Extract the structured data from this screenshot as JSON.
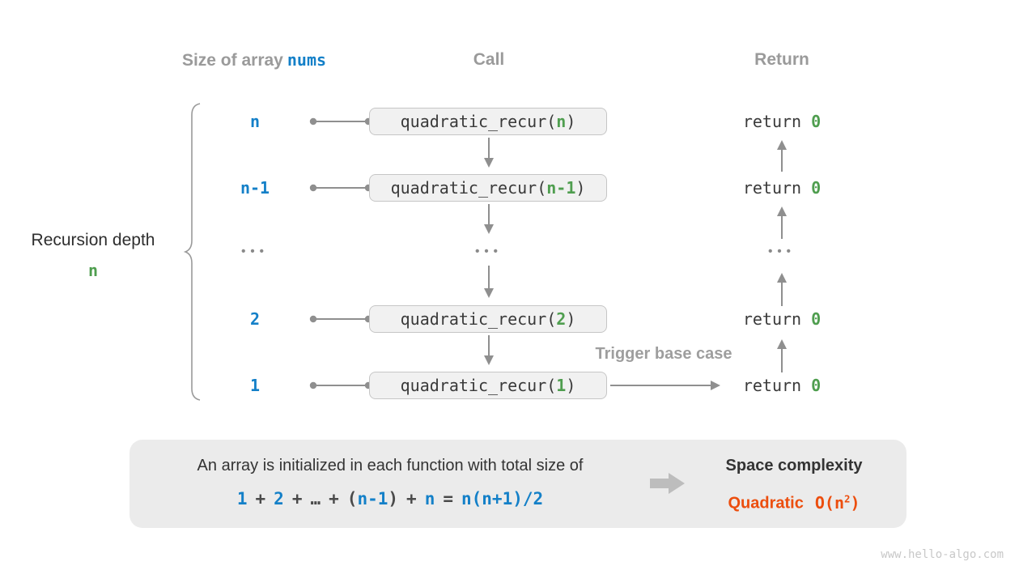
{
  "colors": {
    "blue": "#1480c8",
    "green": "#4f9e4f",
    "orange": "#ec4e0e",
    "heading_gray": "#9a9a9a",
    "arrow_gray": "#8f8f8f",
    "code_text": "#3a3a3a",
    "box_bg": "#f1f1f1",
    "box_border": "#c6c6c6",
    "panel_bg": "#ebebeb",
    "watermark_gray": "#c8c8c8"
  },
  "headers": {
    "size_prefix": "Size of array",
    "size_code": "nums",
    "call": "Call",
    "ret": "Return"
  },
  "recursion_label": {
    "title": "Recursion depth",
    "value": "n"
  },
  "call_box": {
    "fn_prefix": "quadratic_recur(",
    "fn_suffix": ")"
  },
  "return_stmt": {
    "keyword": "return",
    "value": "0"
  },
  "rows": [
    {
      "size": "n",
      "arg": "n"
    },
    {
      "size": "n-1",
      "arg": "n-1"
    },
    {
      "size": "2",
      "arg": "2"
    },
    {
      "size": "1",
      "arg": "1"
    }
  ],
  "ellipsis": "•••",
  "trigger_label": "Trigger base case",
  "panel": {
    "sentence": "An array is initialized in each function with total size of",
    "formula": {
      "t1": "1",
      "op1": "+",
      "t2": "2",
      "op2": "+",
      "dots": "…",
      "op3": "+",
      "lp": "(",
      "t3": "n-1",
      "rp": ")",
      "op4": "+",
      "t4": "n",
      "eq": "=",
      "t5": "n(n+1)/2"
    },
    "summary_title": "Space complexity",
    "summary_word": "Quadratic",
    "big_o_prefix": "O(n",
    "big_o_exp": "2",
    "big_o_suffix": ")"
  },
  "watermark": "www.hello-algo.com"
}
